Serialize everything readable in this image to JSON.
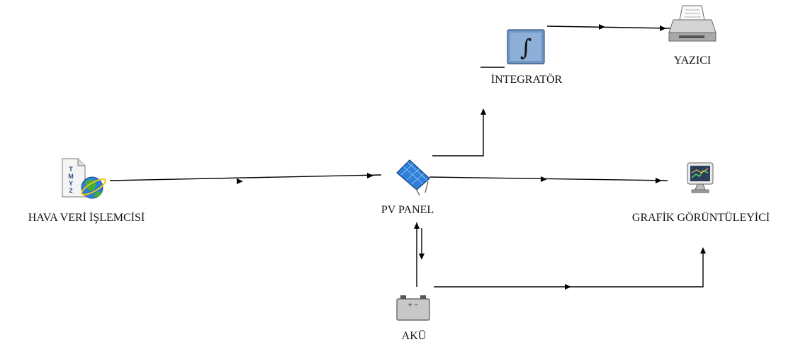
{
  "diagram": {
    "nodes": {
      "weather": {
        "label": "HAVA VERİ İŞLEMCİSİ",
        "icon": "tmy2-weather-globe-icon",
        "badge": "TMY2"
      },
      "pv": {
        "label": "PV PANEL",
        "icon": "solar-panel-icon"
      },
      "integrator": {
        "label": "İNTEGRATÖR",
        "icon": "integral-icon",
        "symbol": "∫"
      },
      "printer": {
        "label": "YAZICI",
        "icon": "printer-icon"
      },
      "plotter": {
        "label": "GRAFİK GÖRÜNTÜLEYİCİ",
        "icon": "monitor-graph-icon"
      },
      "battery": {
        "label": "AKÜ",
        "icon": "battery-icon",
        "terminals": "+ −"
      }
    },
    "colors": {
      "line": "#000000",
      "panel_blue": "#2f80d8",
      "integrator_blue": "#6f96c4",
      "battery_gray": "#c8c8c8"
    }
  }
}
